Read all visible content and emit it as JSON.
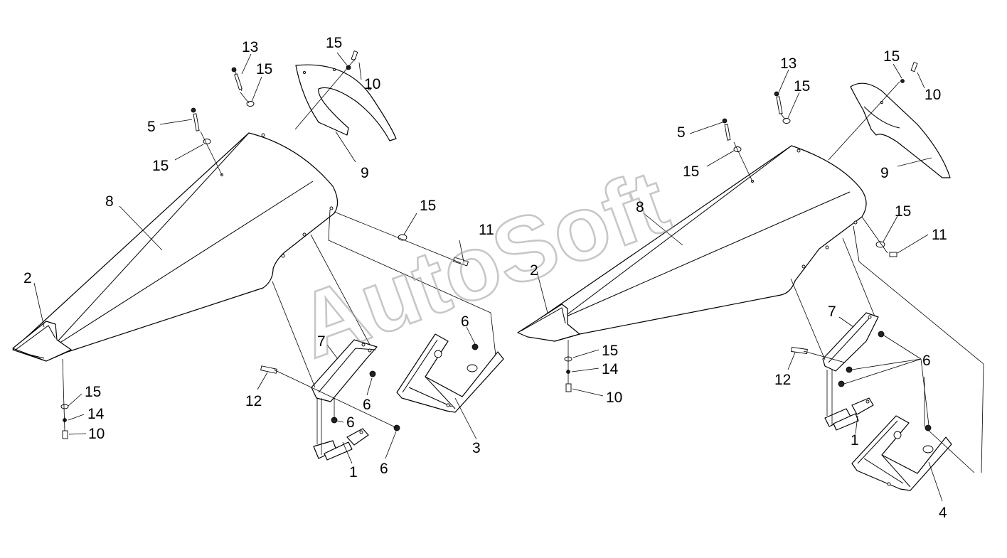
{
  "watermark": "AutoSoft",
  "labels": {
    "L2": "2",
    "L5": "5",
    "L8": "8",
    "L9": "9",
    "L10a": "10",
    "L10b": "10",
    "L11": "11",
    "L13": "13",
    "L15a": "15",
    "L15b": "15",
    "L15c": "15",
    "L15d": "15",
    "L15e": "15",
    "L14": "14",
    "L12": "12",
    "L7": "7",
    "L6a": "6",
    "L6b": "6",
    "L6c": "6",
    "L6d": "6",
    "L1": "1",
    "L3": "3",
    "R13": "13",
    "R15a": "15",
    "R15b": "15",
    "R15c": "15",
    "R15d": "15",
    "R15e": "15",
    "R10a": "10",
    "R10b": "10",
    "R5": "5",
    "R9": "9",
    "R8": "8",
    "R11": "11",
    "R2": "2",
    "R14": "14",
    "R7": "7",
    "R6": "6",
    "R12": "12",
    "R1": "1",
    "R4": "4"
  }
}
